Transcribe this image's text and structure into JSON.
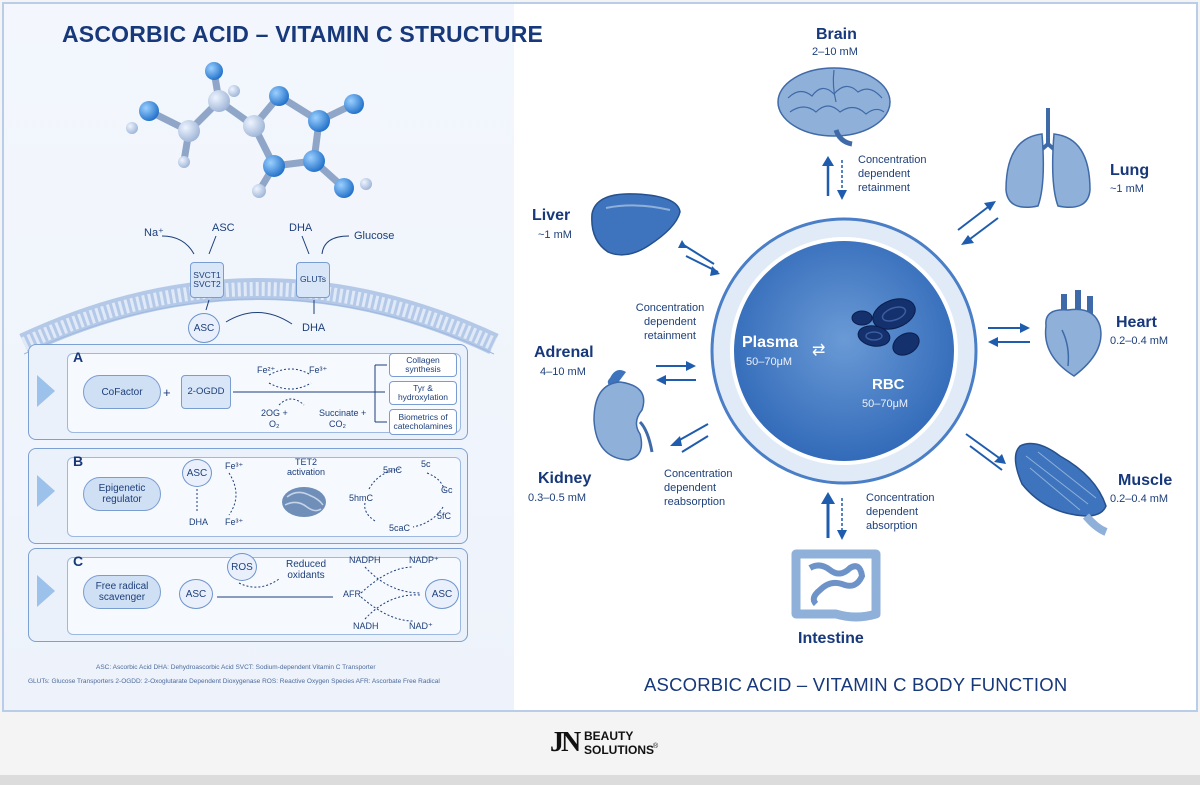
{
  "left": {
    "title": "ASCORBIC ACID – VITAMIN C  STRUCTURE",
    "transport": {
      "na": "Na⁺",
      "asc_top": "ASC",
      "dha_top": "DHA",
      "glucose": "Glucose",
      "svct1": "SVCT1",
      "svct2": "SVCT2",
      "gluts": "GLUTs",
      "asc_inside": "ASC",
      "dha_inside": "DHA"
    },
    "panel_a": {
      "letter": "A",
      "cofactor": "CoFactor",
      "plus": "+",
      "ogdd": "2-OGDD",
      "fe2": "Fe²⁺",
      "fe3": "Fe³⁺",
      "og": "2OG +",
      "o2": "O₂",
      "succinate": "Succinate +",
      "co2": "CO₂",
      "out1": "Collagen synthesis",
      "out2": "Tyr & hydroxylation",
      "out3": "Biometrics of catecholamines"
    },
    "panel_b": {
      "letter": "B",
      "regulator": "Epigenetic regulator",
      "asc": "ASC",
      "dha": "DHA",
      "fe3a": "Fe³⁺",
      "fe3b": "Fe³⁺",
      "tet2": "TET2 activation",
      "c5mc": "5mC",
      "c5hmc": "5hmC",
      "c5cac": "5caC",
      "c5fc": "5fC",
      "cgc": "Gc",
      "c5c": "5c"
    },
    "panel_c": {
      "letter": "C",
      "scavenger": "Free radical scavenger",
      "asc": "ASC",
      "ros": "ROS",
      "reduced": "Reduced oxidants",
      "nadph": "NADPH",
      "nadp": "NADP⁺",
      "afr": "AFR",
      "nadh": "NADH",
      "nad": "NAD⁺",
      "asc2": "ASC"
    },
    "legend": {
      "line1": "ASC: Ascorbic Acid    DHA: Dehydroascorbic Acid    SVCT: Sodium-dependent Vitamin C Transporter",
      "line2": "GLUTs: Glucose Transporters    2-OGDD: 2-Oxoglutarate Dependent Dioxygenase    ROS: Reactive Oxygen Species    AFR: Ascorbate Free Radical"
    }
  },
  "right": {
    "title": "ASCORBIC ACID – VITAMIN C BODY FUNCTION",
    "center": {
      "plasma": "Plasma",
      "plasma_val": "50–70μM",
      "rbc": "RBC",
      "rbc_val": "50–70μM"
    },
    "organs": {
      "brain": {
        "name": "Brain",
        "val": "2–10 mM"
      },
      "lung": {
        "name": "Lung",
        "val": "~1 mM"
      },
      "liver": {
        "name": "Liver",
        "val": "~1 mM"
      },
      "heart": {
        "name": "Heart",
        "val": "0.2–0.4 mM"
      },
      "adrenal": {
        "name": "Adrenal",
        "val": "4–10 mM"
      },
      "kidney": {
        "name": "Kidney",
        "val": "0.3–0.5 mM"
      },
      "muscle": {
        "name": "Muscle",
        "val": "0.2–0.4 mM"
      },
      "intestine": {
        "name": "Intestine"
      }
    },
    "notes": {
      "brain": "Concentration dependent retainment",
      "adrenal": "Concentration dependent retainment",
      "kidney": "Concentration dependent reabsorption",
      "intestine": "Concentration dependent absorption"
    }
  },
  "footer": {
    "logo_jn": "JN",
    "logo_beauty": "BEAUTY",
    "logo_solutions": "SOLUTIONS",
    "logo_reg": "®"
  },
  "colors": {
    "navy": "#17387a",
    "blue": "#2f6fc4",
    "light": "#cfdff4",
    "plasma": "#3e79c5"
  }
}
